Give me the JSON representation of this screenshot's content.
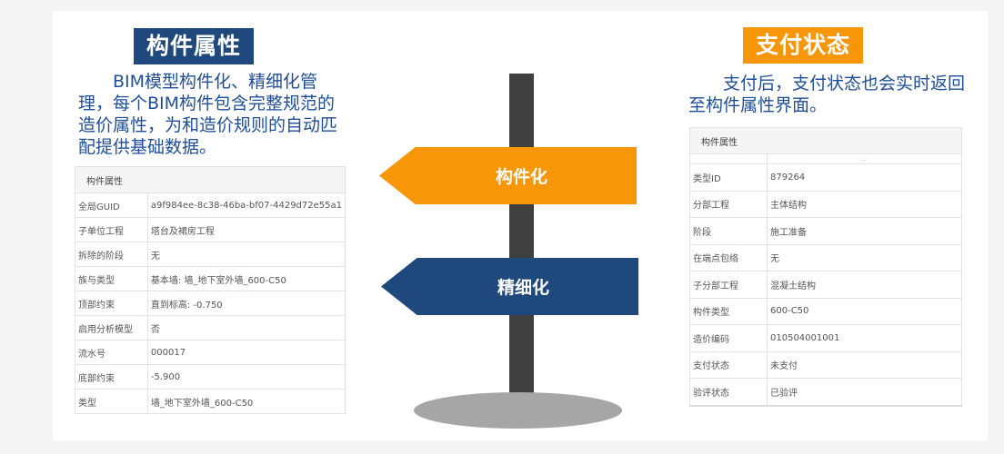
{
  "left": {
    "title": "构件属性",
    "description": "BIM模型构件化、精细化管理，每个BIM构件包含完整规范的造价属性，为和造价规则的自动匹配提供基础数据。",
    "table": {
      "header": "构件属性",
      "rows": [
        {
          "key": "全局GUID",
          "value": "a9f984ee-8c38-46ba-bf07-4429d72e55a1"
        },
        {
          "key": "子单位工程",
          "value": "塔台及裙房工程"
        },
        {
          "key": "拆除的阶段",
          "value": "无"
        },
        {
          "key": "族与类型",
          "value": "基本墙: 墙_地下室外墙_600-C50"
        },
        {
          "key": "顶部约束",
          "value": "直到标高: -0.750"
        },
        {
          "key": "启用分析模型",
          "value": "否"
        },
        {
          "key": "流水号",
          "value": "000017"
        },
        {
          "key": "底部约束",
          "value": "-5.900"
        },
        {
          "key": "类型",
          "value": "墙_地下室外墙_600-C50"
        }
      ]
    }
  },
  "center": {
    "signs": [
      {
        "label": "构件化",
        "color": "#f79608"
      },
      {
        "label": "精细化",
        "color": "#1f497d"
      }
    ]
  },
  "right": {
    "title": "支付状态",
    "description": "支付后，支付状态也会实时返回至构件属性界面。",
    "table": {
      "header": "构件属性",
      "gap_mark": "..",
      "rows": [
        {
          "key": "类型ID",
          "value": "879264"
        },
        {
          "key": "分部工程",
          "value": "主体结构"
        },
        {
          "key": "阶段",
          "value": "施工准备"
        },
        {
          "key": "在端点包络",
          "value": "无"
        },
        {
          "key": "子分部工程",
          "value": "混凝土结构"
        },
        {
          "key": "构件类型",
          "value": "600-C50"
        },
        {
          "key": "造价编码",
          "value": "010504001001"
        },
        {
          "key": "支付状态",
          "value": "未支付"
        },
        {
          "key": "验评状态",
          "value": "已验评"
        }
      ]
    }
  },
  "colors": {
    "blue": "#1f497d",
    "orange": "#f79608",
    "text_blue": "#1f4e9a",
    "pole": "#404040",
    "base": "#a6a6a6"
  }
}
